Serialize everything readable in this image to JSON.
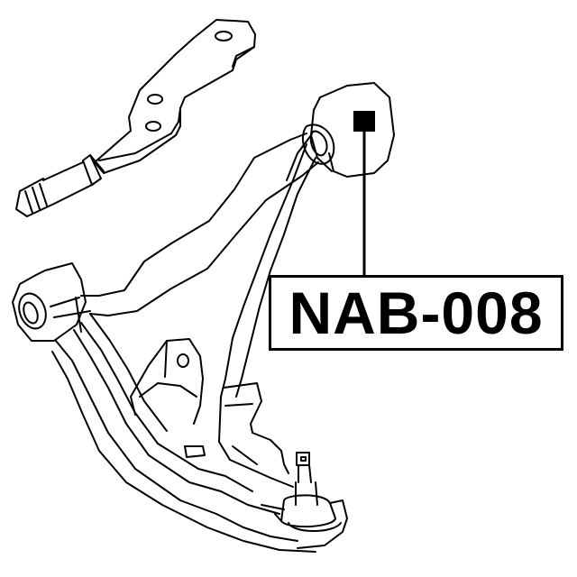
{
  "diagram": {
    "type": "technical-line-drawing",
    "subject": "front lower control arm with bushing and ball joint",
    "colors": {
      "line": "#000000",
      "background": "#ffffff"
    }
  },
  "part_label": {
    "text": "NAB-008",
    "marker": "filled-square",
    "points_to": "rear bushing"
  },
  "components": [
    {
      "name": "upper-bracket-arm",
      "label": ""
    },
    {
      "name": "rear-bushing",
      "label": ""
    },
    {
      "name": "front-bushing",
      "label": ""
    },
    {
      "name": "ball-joint",
      "label": ""
    },
    {
      "name": "lower-control-arm",
      "label": ""
    }
  ]
}
